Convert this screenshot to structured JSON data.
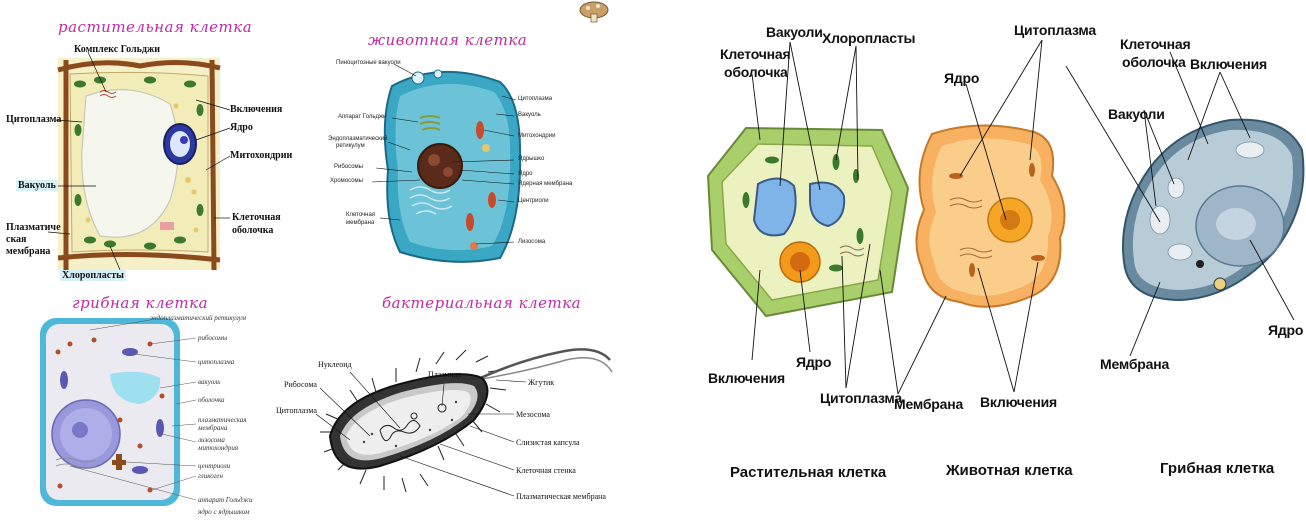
{
  "left": {
    "plant": {
      "title": "растительная клетка",
      "labels": {
        "golgi": "Комплекс Гольджи",
        "cytoplasm": "Цитоплазма",
        "inclusions": "Включения",
        "nucleus": "Ядро",
        "mitochondria": "Митохондрии",
        "vacuole": "Вакуоль",
        "plasma_membrane_1": "Плазматиче",
        "plasma_membrane_2": "ская",
        "plasma_membrane_3": "мембрана",
        "cell_wall_1": "Клеточная",
        "cell_wall_2": "оболочка",
        "chloroplasts": "Хлоропласты"
      }
    },
    "animal": {
      "title": "животная клетка",
      "labels": {
        "pinocytic": "Пиноцитозные вакуоли",
        "golgi": "Аппарат Гольджи",
        "er_1": "Эндоплазматический",
        "er_2": "ретикулум",
        "ribosomes": "Рибосомы",
        "chromosomes": "Хромосомы",
        "membrane_1": "Клеточная",
        "membrane_2": "мембрана",
        "cytoplasm": "Цитоплазма",
        "vacuole": "Вакуоль",
        "mitochondria": "Митохондрии",
        "nucleolus": "Ядрышко",
        "nucleus": "Ядро",
        "nuclear_membrane": "Ядерная мембрана",
        "centrioles": "Центриоли",
        "lysosome": "Лизосома"
      }
    },
    "fungal": {
      "title": "грибная клетка",
      "labels": {
        "er": "эндоплазматический ретикулум",
        "ribosomes": "рибосомы",
        "cytoplasm": "цитоплазма",
        "vacuole": "вакуоль",
        "wall": "оболочка",
        "plasma_membrane_1": "плазматическая",
        "plasma_membrane_2": "мембрана",
        "lysosome": "лизосома",
        "mitochondria": "митохондрия",
        "centrioles": "центриоли",
        "glycogen": "гликоген",
        "golgi": "аппарат Гольджи",
        "nucleus_nucleolus": "ядро с ядрышком"
      }
    },
    "bacterial": {
      "title": "бактериальная клетка",
      "labels": {
        "nucleoid": "Нуклеоид",
        "plasmid": "Плазмида",
        "ribosome": "Рибосома",
        "cytoplasm": "Цитоплазма",
        "flagellum": "Жгутик",
        "mesosome": "Мезосома",
        "slime_capsule": "Слизистая капсула",
        "cell_wall": "Клеточная стенка",
        "plasma_membrane": "Плазматическая мембрана"
      }
    }
  },
  "right": {
    "labels": {
      "vacuoles_top": "Вакуоли",
      "chloroplasts": "Хлоропласты",
      "cytoplasm_top": "Цитоплазма",
      "cell_wall_left_1": "Клеточная",
      "cell_wall_left_2": "оболочка",
      "nucleus_animal": "Ядро",
      "cell_wall_right_1": "Клеточная",
      "cell_wall_right_2": "оболочка",
      "inclusions_top": "Включения",
      "vacuoles_right": "Вакуоли",
      "inclusions_left": "Включения",
      "nucleus_plant": "Ядро",
      "cytoplasm_bottom": "Цитоплазма",
      "membrane_mid": "Мембрана",
      "inclusions_mid": "Включения",
      "membrane_right": "Мембрана",
      "nucleus_fungal": "Ядро"
    },
    "captions": {
      "plant": "Растительная клетка",
      "animal": "Животная клетка",
      "fungal": "Грибная клетка"
    }
  }
}
